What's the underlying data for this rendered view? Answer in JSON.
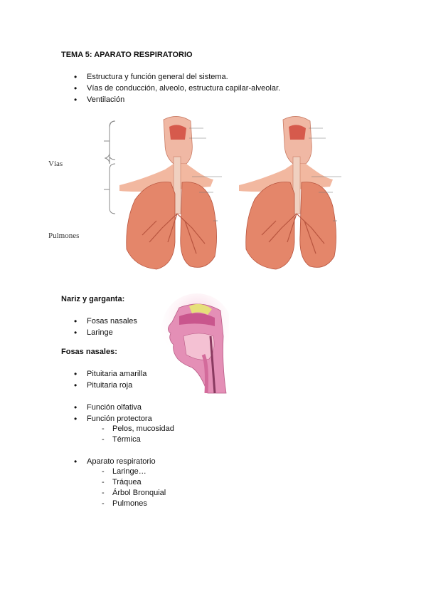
{
  "title": "TEMA 5: APARATO RESPIRATORIO",
  "intro_items": [
    "Estructura y función general del sistema.",
    "Vías de conducción, alveolo, estructura capilar-alveolar.",
    "Ventilación"
  ],
  "figure_labels": {
    "vias": "Vías",
    "pulmones": "Pulmones"
  },
  "nariz": {
    "heading": "Nariz y garganta:",
    "items": [
      "Fosas nasales",
      "Laringe"
    ]
  },
  "fosas": {
    "heading": "Fosas nasales:",
    "items": [
      "Pituitaria amarilla",
      "Pituitaria roja"
    ]
  },
  "funciones": {
    "items": [
      "Función olfativa",
      "Función protectora"
    ],
    "sub": [
      "Pelos, mucosidad",
      "Térmica"
    ]
  },
  "aparato": {
    "item": "Aparato respiratorio",
    "sub": [
      "Laringe…",
      "Tráquea",
      "Árbol Bronquial",
      "Pulmones"
    ]
  },
  "colors": {
    "lung": "#e4866a",
    "lung_dark": "#b8553f",
    "airway": "#f2b7a2",
    "head_pink": "#e48fb6",
    "nasal_yellow": "#e6e07a"
  }
}
